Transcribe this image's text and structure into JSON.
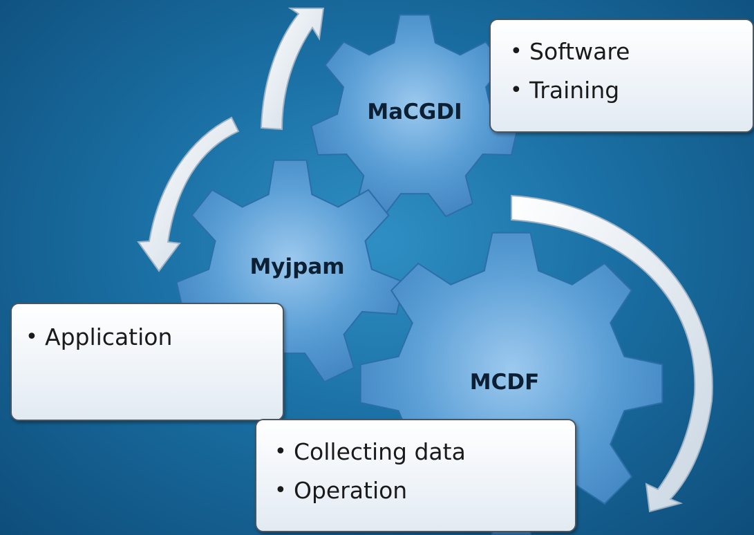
{
  "gears": {
    "macgdi": {
      "label": "MaCGDI"
    },
    "myjpam": {
      "label": "Myjpam"
    },
    "mcdf": {
      "label": "MCDF"
    }
  },
  "callouts": {
    "macgdi": {
      "items": [
        "Software",
        "Training"
      ]
    },
    "myjpam": {
      "items": [
        "Application"
      ]
    },
    "mcdf": {
      "items": [
        "Collecting data",
        "Operation"
      ]
    }
  },
  "colors": {
    "background": "#1a6fa3",
    "gear_fill": "#5b9fd6",
    "gear_edge": "#9cc9ee",
    "callout_fill": "#f4f7fa",
    "arrow_fill": "#e6eef5"
  }
}
